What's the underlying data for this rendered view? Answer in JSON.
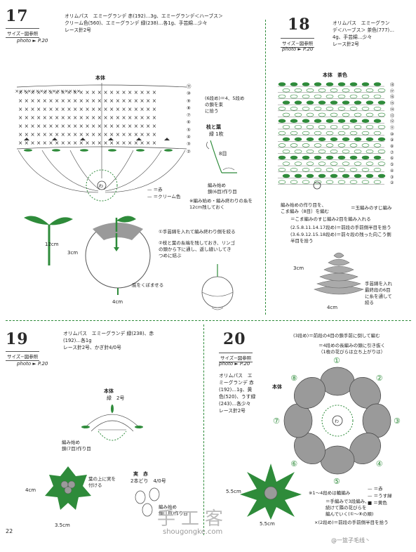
{
  "page_number": "22",
  "sections": {
    "s17": {
      "number": "17",
      "size_label": "サイズ−図参照",
      "photo_label": "photo ► P.20",
      "materials": [
        "オリムパス　エミーグランデ 赤(192)…3g、エミーグランデ＜ハーブス＞",
        "クリーム色(560)、エミーグランデ 緑(238)…各1g、手芸綿…少々",
        "レース針2号"
      ],
      "body_title": "本体",
      "note_row6": "(6段め)＝4、5段め\nの鎖を束\nに拾う",
      "stem_title": "枝と葉",
      "stem_sub": "緑 1枚",
      "stem_eight": "8目",
      "stem_start": "編み始め\n鎖(6目)作り目",
      "legend_red": "＝赤",
      "legend_cream": "＝クリーム色",
      "cord_note": "※編み始め・編み終わりの糸を\n12cm残しておく",
      "dim_12": "12cm",
      "dim_3": "3cm",
      "dim_4": "4cm",
      "step1": "①手芸綿を入れて編み終わり側を絞る",
      "step2": "②枝と葉の糸端を残しておき、リンゴ\nの頭から下に通し、返し縫いしてき\nつめに結ぶ",
      "bottom_note": "底をくぼませる",
      "row_numbers": [
        "⑪",
        "⑩",
        "⑨",
        "⑧",
        "⑦",
        "⑥",
        "⑤",
        "④",
        "③",
        "②"
      ]
    },
    "s18": {
      "number": "18",
      "size_label": "サイズ−図参照",
      "photo_label": "photo ► P.20",
      "materials": [
        "オリムパス　エミーグラン",
        "デ＜ハーブス＞ 茶色(777)…",
        "4g、手芸綿…少々",
        "レース針2号"
      ],
      "body_title": "本体　茶色",
      "start_note": "編み始めの作り目を、\nこま編み（8目）を編む",
      "legend1": "＝玉編みのすじ編み",
      "legend2": "＝こま編みのすじ編み2目を編み入れる",
      "legend3": "(2.5.8.11.14.17段め)＝前段の手前側半目を拾う",
      "legend4": "(3.6.9.12.15.18段め)＝前々段の残った向こう側\n半目を拾う",
      "dim_3": "3cm",
      "dim_4": "4cm",
      "stuff_note": "手芸綿を入れ\n最終段の6目\nに糸を通して\n絞る",
      "row_numbers": [
        "⑱",
        "⑰",
        "⑯",
        "⑮",
        "⑭",
        "⑬",
        "⑫",
        "⑪",
        "⑩",
        "⑨",
        "⑧",
        "⑦",
        "⑥",
        "⑤",
        "④",
        "③",
        "②"
      ]
    },
    "s19": {
      "number": "19",
      "size_label": "サイズ−図参照",
      "photo_label": "photo ► P.20",
      "materials": [
        "オリムパス　エミーグランデ 緑(238)、赤",
        "(192)…各1g",
        "レース針2号、かぎ針4/0号"
      ],
      "body_title": "本体",
      "body_sub": "緑　2号",
      "start_note": "編み始め\n鎖(7目)作り目",
      "fruit_title": "実　赤",
      "fruit_sub": "2本どり　4/0号",
      "fruit_start": "編み始め\n鎖(1目)作り目",
      "leaf_note": "葉の上に実を\n付ける",
      "dim_4": "4cm",
      "dim_35": "3.5cm"
    },
    "s20": {
      "number": "20",
      "size_label": "サイズ−図参照",
      "photo_label": "photo ► P.20",
      "materials": [
        "オリムパス　エ",
        "ミーグランデ 赤",
        "(192)…1g、黄",
        "色(520)、うす緑",
        "(243)…各少々",
        "レース針2号"
      ],
      "note_row3": "(3段め)＝前段の4目の鎖手前に倒して編む",
      "note_long": "＝4段めの長編みの頭に引き抜く\n（1枚の花びらは立ち上がりは）",
      "body_title": "本体",
      "note_ring": "※1〜4段めは輪編み",
      "note_twist": "＝手編みで3段編み、\n続けて隣の花びらを\n編んでいく(①〜⑧の順)",
      "note_row2": "×(2段め)＝前段の手前側半目を拾う",
      "legend_red": "＝赤",
      "legend_light": "＝うす緑",
      "legend_yellow": "＝黄色",
      "dim_55a": "5.5cm",
      "dim_55b": "5.5cm",
      "petals": [
        "①",
        "②",
        "③",
        "④",
        "⑤",
        "⑥",
        "⑦",
        "⑧"
      ]
    }
  },
  "watermark": {
    "cn": "手工客",
    "url": "shougongke.com",
    "weibo": "@一篮子毛线丶"
  },
  "colors": {
    "green": "#2e8b3a",
    "gray": "#9a9a9a",
    "dark": "#2a2a2a"
  }
}
